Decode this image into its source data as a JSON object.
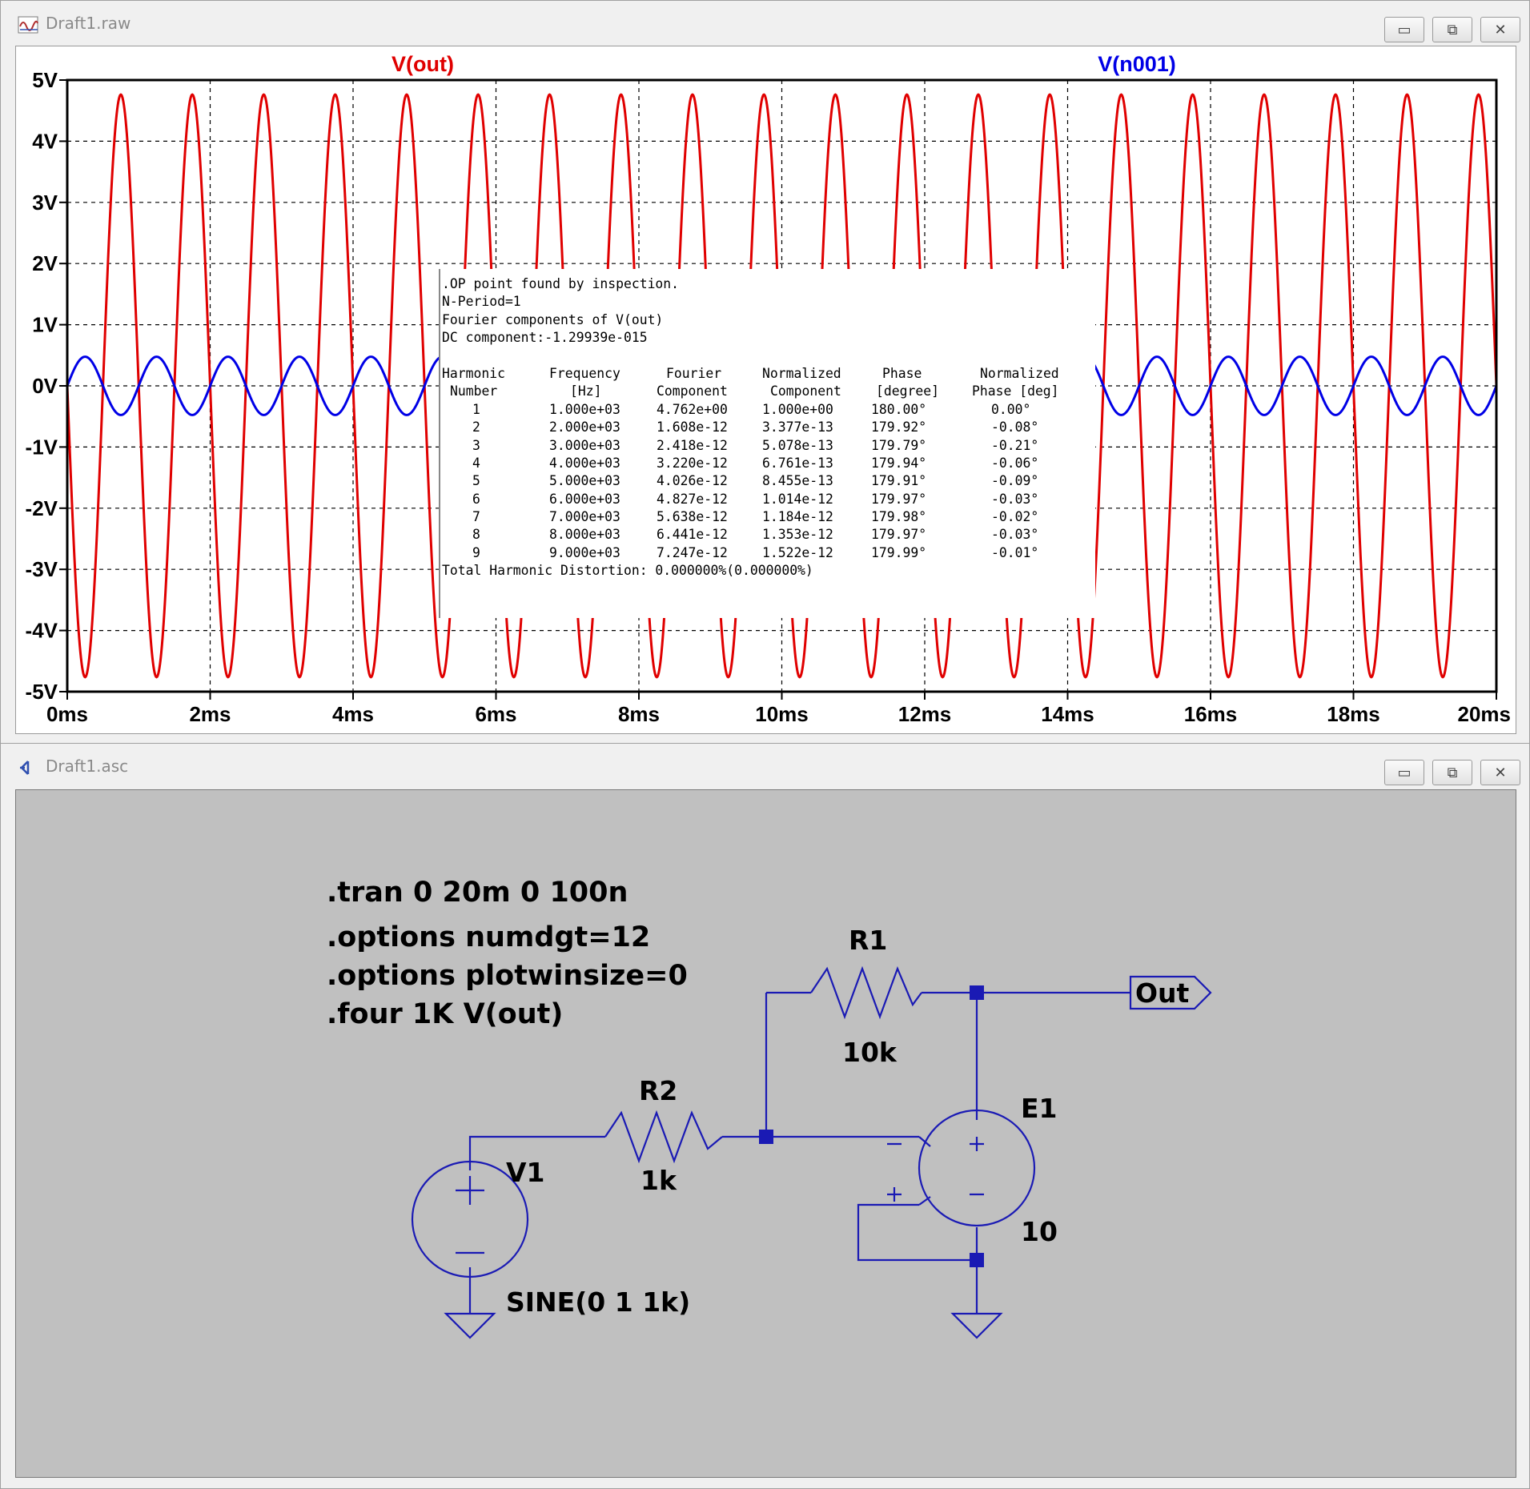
{
  "window_top": {
    "title": "Draft1.raw"
  },
  "window_bottom": {
    "title": "Draft1.asc"
  },
  "window_buttons": {
    "minimize": "▭",
    "restore": "⧉",
    "close": "✕"
  },
  "colors": {
    "vout": "#e00000",
    "vn001": "#0000e6",
    "schem_bg": "#c0c0c0",
    "wire": "#1a1ab4"
  },
  "plot": {
    "traces": {
      "vout_label": "V(out)",
      "vn001_label": "V(n001)"
    },
    "y_ticks": [
      "5V",
      "4V",
      "3V",
      "2V",
      "1V",
      "0V",
      "-1V",
      "-2V",
      "-3V",
      "-4V",
      "-5V"
    ],
    "x_ticks": [
      "0ms",
      "2ms",
      "4ms",
      "6ms",
      "8ms",
      "10ms",
      "12ms",
      "14ms",
      "16ms",
      "18ms",
      "20ms"
    ]
  },
  "chart_data": {
    "type": "line",
    "x_unit": "ms",
    "xlim": [
      0,
      20
    ],
    "ylim": [
      -5,
      5
    ],
    "grid": true,
    "series": [
      {
        "name": "V(out)",
        "waveform": "sine",
        "amplitude": 4.762,
        "frequency_khz": 1,
        "phase_deg": 180,
        "color": "#e00000"
      },
      {
        "name": "V(n001)",
        "waveform": "sine",
        "amplitude": 0.476,
        "frequency_khz": 1,
        "phase_deg": 0,
        "color": "#0000e6"
      }
    ]
  },
  "fourier": {
    "line1": ".OP point found by inspection.",
    "line2": "N-Period=1",
    "line3": "Fourier components of V(out)",
    "line4": "DC component:-1.29939e-015",
    "headers": [
      [
        "Harmonic",
        "Number"
      ],
      [
        "Frequency",
        "[Hz]"
      ],
      [
        "Fourier",
        "Component"
      ],
      [
        "Normalized",
        "Component"
      ],
      [
        "Phase",
        "[degree]"
      ],
      [
        "Normalized",
        "Phase [deg]"
      ]
    ],
    "rows": [
      [
        "1",
        "1.000e+03",
        "4.762e+00",
        "1.000e+00",
        "180.00°",
        "0.00°"
      ],
      [
        "2",
        "2.000e+03",
        "1.608e-12",
        "3.377e-13",
        "179.92°",
        "-0.08°"
      ],
      [
        "3",
        "3.000e+03",
        "2.418e-12",
        "5.078e-13",
        "179.79°",
        "-0.21°"
      ],
      [
        "4",
        "4.000e+03",
        "3.220e-12",
        "6.761e-13",
        "179.94°",
        "-0.06°"
      ],
      [
        "5",
        "5.000e+03",
        "4.026e-12",
        "8.455e-13",
        "179.91°",
        "-0.09°"
      ],
      [
        "6",
        "6.000e+03",
        "4.827e-12",
        "1.014e-12",
        "179.97°",
        "-0.03°"
      ],
      [
        "7",
        "7.000e+03",
        "5.638e-12",
        "1.184e-12",
        "179.98°",
        "-0.02°"
      ],
      [
        "8",
        "8.000e+03",
        "6.441e-12",
        "1.353e-12",
        "179.97°",
        "-0.03°"
      ],
      [
        "9",
        "9.000e+03",
        "7.247e-12",
        "1.522e-12",
        "179.99°",
        "-0.01°"
      ]
    ],
    "thd": "Total Harmonic Distortion: 0.000000%(0.000000%)"
  },
  "schematic": {
    "directives": [
      ".tran 0 20m 0 100n",
      ".options numdgt=12",
      ".options plotwinsize=0",
      ".four 1K V(out)"
    ],
    "r1": {
      "name": "R1",
      "value": "10k"
    },
    "r2": {
      "name": "R2",
      "value": "1k"
    },
    "v1": {
      "name": "V1",
      "value": "SINE(0 1 1k)"
    },
    "e1": {
      "name": "E1",
      "value": "10"
    },
    "out_label": "Out"
  }
}
